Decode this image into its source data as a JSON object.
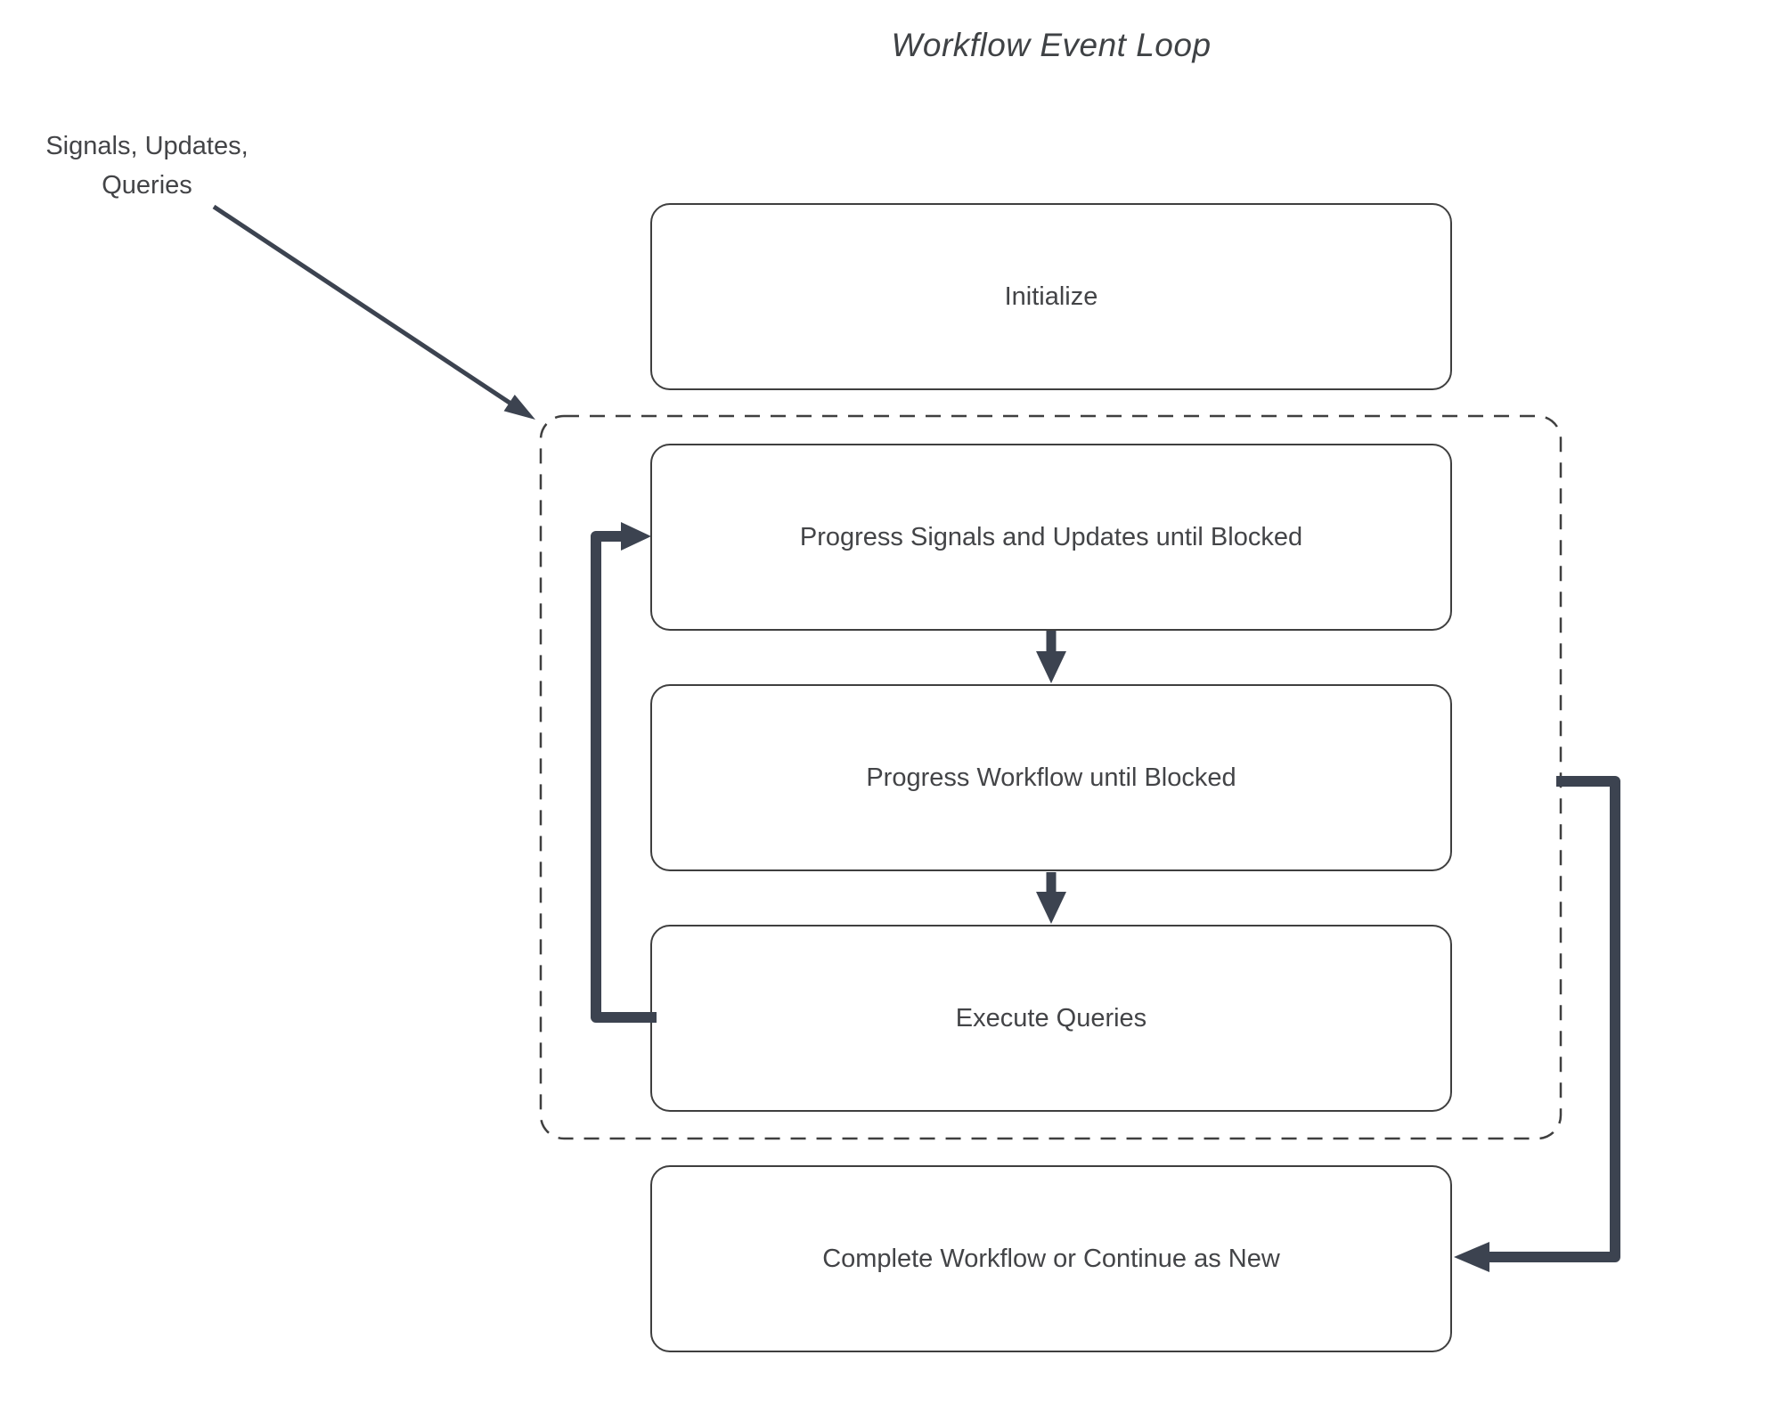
{
  "title": "Workflow Event Loop",
  "annotation": {
    "line1": "Signals, Updates,",
    "line2": "Queries"
  },
  "nodes": [
    {
      "id": "initialize",
      "label": "Initialize"
    },
    {
      "id": "progress-signals",
      "label": "Progress Signals and Updates until Blocked"
    },
    {
      "id": "progress-workflow",
      "label": "Progress Workflow until Blocked"
    },
    {
      "id": "execute-queries",
      "label": "Execute Queries"
    },
    {
      "id": "complete-workflow",
      "label": "Complete Workflow or Continue as New"
    }
  ],
  "group": {
    "id": "event-loop-group",
    "style": "dashed",
    "contains": [
      "progress-signals",
      "progress-workflow",
      "execute-queries"
    ]
  },
  "edges": [
    {
      "from": "annotation",
      "to": "event-loop-group",
      "style": "thin-diagonal-arrow"
    },
    {
      "from": "progress-signals",
      "to": "progress-workflow",
      "style": "thick-down-arrow"
    },
    {
      "from": "progress-workflow",
      "to": "execute-queries",
      "style": "thick-down-arrow"
    },
    {
      "from": "execute-queries",
      "to": "progress-signals",
      "style": "thick-loop-left"
    },
    {
      "from": "event-loop-group",
      "to": "complete-workflow",
      "style": "thick-exit-right"
    }
  ],
  "colors": {
    "background": "#FFFFFF",
    "node_fill": "#FFFFFF",
    "node_border": "#3F3F3F",
    "text": "#434447",
    "connector": "#3C4350"
  }
}
